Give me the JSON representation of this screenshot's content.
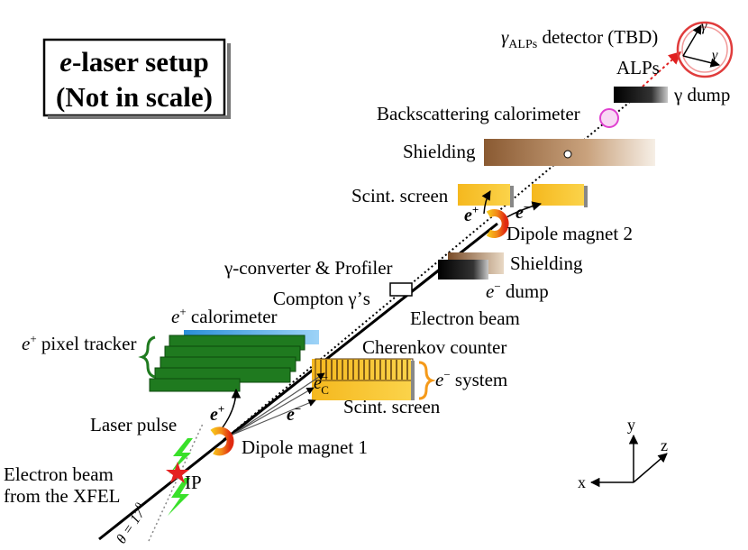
{
  "title": {
    "line1_sym": "e",
    "line1_rest": "-laser setup",
    "line2": "(Not in scale)"
  },
  "labels": {
    "gamma_alps_sym": "γ",
    "gamma_alps_sub": "ALPs",
    "gamma_alps_rest": " detector (TBD)",
    "detector_gamma_1": "γ",
    "detector_gamma_2": "γ",
    "alps": "ALPs",
    "gamma_dump": "γ dump",
    "backscattering_calorimeter": "Backscattering calorimeter",
    "shielding_upper": "Shielding",
    "scint_screen_upper": "Scint. screen",
    "e_plus_upper_sym": "e",
    "e_plus_upper_sup": "+",
    "e_minus_upper_sym": "e",
    "e_minus_upper_sup": "−",
    "dipole_magnet_2": "Dipole magnet 2",
    "gamma_converter_profiler": "γ-converter & Profiler",
    "shielding_lower": "Shielding",
    "compton_gammas": "Compton γ’s",
    "e_minus_dump_sym": "e",
    "e_minus_dump_sup": "−",
    "e_minus_dump_rest": " dump",
    "electron_beam": "Electron beam",
    "e_plus_calorimeter_sym": "e",
    "e_plus_calorimeter_sup": "+",
    "e_plus_calorimeter_rest": " calorimeter",
    "e_plus_pixel_tracker_sym": "e",
    "e_plus_pixel_tracker_sup": "+",
    "e_plus_pixel_tracker_rest": " pixel tracker",
    "cherenkov_counter": "Cherenkov counter",
    "e_minus_system_sym": "e",
    "e_minus_system_sup": "−",
    "e_minus_system_rest": " system",
    "e_c_sym": "e",
    "e_c_sup": "−",
    "e_c_sub": "C",
    "scint_screen_lower": "Scint. screen",
    "laser_pulse": "Laser pulse",
    "e_plus_lower_sym": "e",
    "e_plus_lower_sup": "+",
    "e_minus_lower_sym": "e",
    "e_minus_lower_sup": "−",
    "dipole_magnet_1": "Dipole magnet 1",
    "electron_beam_from_xfel_1": "Electron beam",
    "electron_beam_from_xfel_2": "from the XFEL",
    "ip": "IP",
    "theta_label": "θ = 17",
    "theta_sup": "0",
    "axis_y": "y",
    "axis_z": "z",
    "axis_x": "x"
  },
  "colors": {
    "scint": "#f5c02a",
    "shield_dark": "#8a5a32",
    "shield_light": "#f6efe6",
    "tracker": "#1f7a1f",
    "calorimeter": "#3fa3e8",
    "brace_green": "#1f7a1f",
    "brace_orange": "#f59a1a",
    "magnet_red": "#e02a10",
    "magnet_yellow": "#f7c21a",
    "detector_ring": "#e03c3c",
    "backscatter_ring": "#e040d0",
    "ip_star": "#e52020",
    "laser_bolt": "#39e02a",
    "alps_arrow": "#e02020"
  }
}
